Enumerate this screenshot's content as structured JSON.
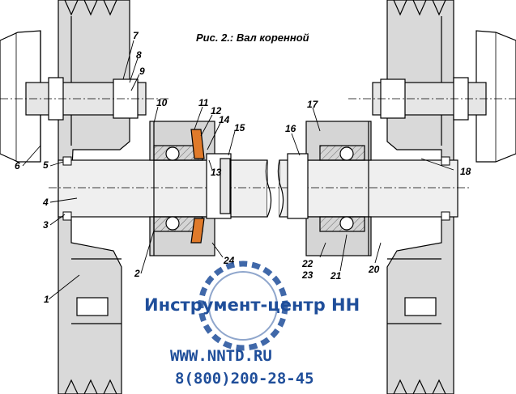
{
  "figure": {
    "title": "Рис. 2.: Вал коренной"
  },
  "callouts": [
    "1",
    "2",
    "3",
    "4",
    "5",
    "6",
    "7",
    "8",
    "9",
    "10",
    "11",
    "12",
    "13",
    "14",
    "15",
    "16",
    "17",
    "18",
    "20",
    "21",
    "22",
    "23",
    "24"
  ],
  "watermark": {
    "brand": "Инструмент-центр НН",
    "website": "WWW.NNTD.RU",
    "phone": "8(800)200-28-45"
  },
  "colors": {
    "line": "#000000",
    "hatch_gray": "#d7d7d7",
    "seal_orange": "#e07a2a",
    "watermark_blue": "#1f4e9a"
  }
}
